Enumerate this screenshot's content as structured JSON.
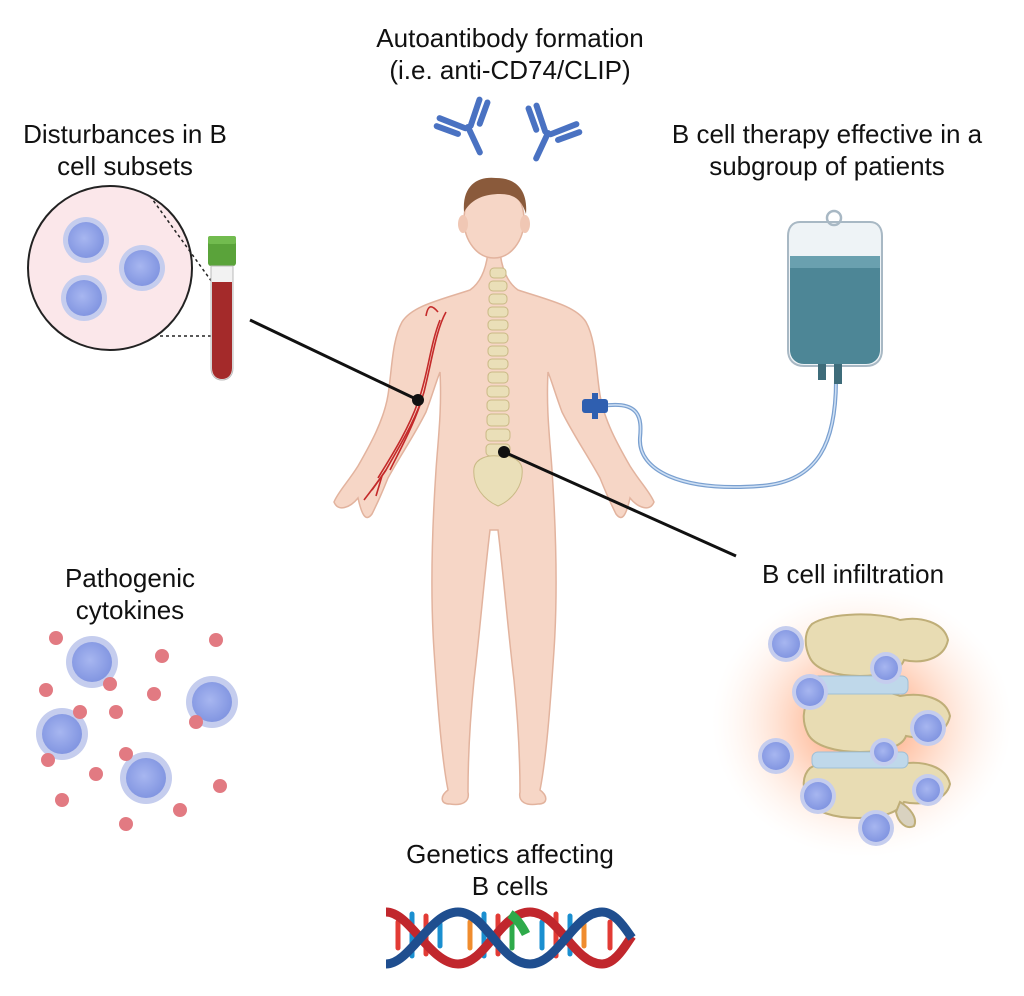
{
  "labels": {
    "autoantibody": [
      "Autoantibody formation",
      "(i.e. anti-CD74/CLIP)"
    ],
    "disturbances": [
      "Disturbances in B",
      "cell subsets"
    ],
    "therapy": [
      "B cell therapy effective in a",
      "subgroup of patients"
    ],
    "pathogenic": [
      "Pathogenic",
      "cytokines"
    ],
    "infiltration": [
      "B cell infiltration"
    ],
    "genetics": [
      "Genetics affecting",
      "B cells"
    ]
  },
  "icons": [
    "antibody-icon",
    "blood-tube-icon",
    "iv-bag-icon",
    "spine-icon",
    "dna-icon",
    "b-cell-icon",
    "cytokine-icon",
    "human-body-icon"
  ],
  "colors": {
    "skin": "#f6d6c6",
    "skin_outline": "#e2b39e",
    "b_cell": "#8ea1e8",
    "b_cell_halo": "#c5cdee",
    "cytokine": "#e27a82",
    "blood": "#a42a2a",
    "tube_cap": "#5aa33a",
    "antibody": "#4a72c2",
    "iv_fluid": "#4d8696",
    "bone": "#e8dcb3",
    "disc": "#bfd8ea",
    "inflammation": "#ff9a66"
  }
}
